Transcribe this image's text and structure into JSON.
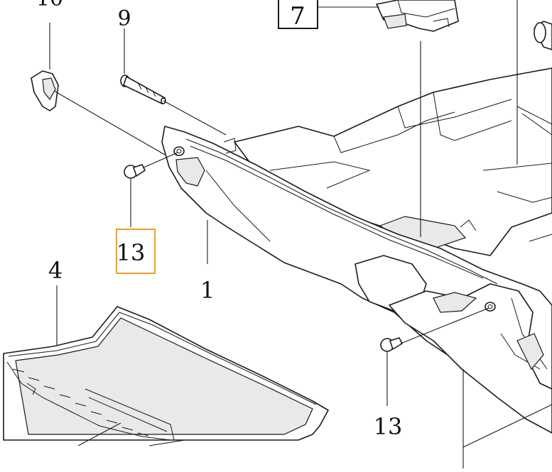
{
  "callouts": {
    "c10": "10",
    "c9": "9",
    "c7": "7",
    "c13_highlighted": "13",
    "c1": "1",
    "c4": "4",
    "c13_lower": "13"
  },
  "colors": {
    "highlight": "#f0a020",
    "line": "#1a1a1a",
    "background": "#ffffff"
  }
}
